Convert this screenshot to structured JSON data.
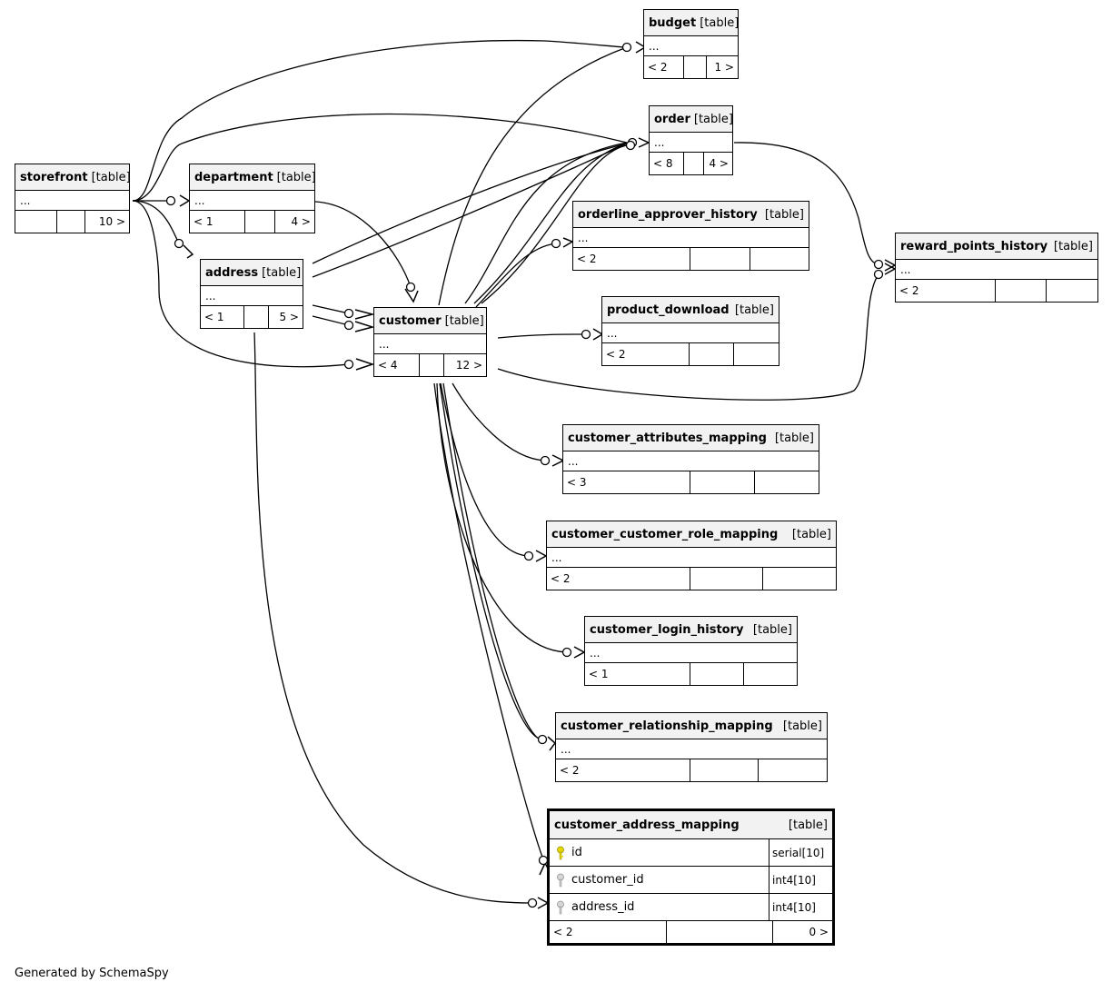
{
  "generated_by": "Generated by SchemaSpy",
  "colors": {
    "primary_key": "#e6d600",
    "foreign_key": "#a8a8a8"
  },
  "tables": {
    "storefront": {
      "name": "storefront",
      "kind": "[table]",
      "cols": "...",
      "f1": "",
      "f2": "",
      "f3": "10 >"
    },
    "department": {
      "name": "department",
      "kind": "[table]",
      "cols": "...",
      "f1": "< 1",
      "f2": "",
      "f3": "4 >"
    },
    "address": {
      "name": "address",
      "kind": "[table]",
      "cols": "...",
      "f1": "< 1",
      "f2": "",
      "f3": "5 >"
    },
    "customer": {
      "name": "customer",
      "kind": "[table]",
      "cols": "...",
      "f1": "< 4",
      "f2": "",
      "f3": "12 >"
    },
    "budget": {
      "name": "budget",
      "kind": "[table]",
      "cols": "...",
      "f1": "< 2",
      "f2": "",
      "f3": "1 >"
    },
    "order": {
      "name": "order",
      "kind": "[table]",
      "cols": "...",
      "f1": "< 8",
      "f2": "",
      "f3": "4 >"
    },
    "orderline_approver_history": {
      "name": "orderline_approver_history",
      "kind": "[table]",
      "cols": "...",
      "f1": "< 2",
      "f2": "",
      "f3": ""
    },
    "product_download": {
      "name": "product_download",
      "kind": "[table]",
      "cols": "...",
      "f1": "< 2",
      "f2": "",
      "f3": ""
    },
    "reward_points_history": {
      "name": "reward_points_history",
      "kind": "[table]",
      "cols": "...",
      "f1": "< 2",
      "f2": "",
      "f3": ""
    },
    "customer_attributes_mapping": {
      "name": "customer_attributes_mapping",
      "kind": "[table]",
      "cols": "...",
      "f1": "< 3",
      "f2": "",
      "f3": ""
    },
    "customer_customer_role_mapping": {
      "name": "customer_customer_role_mapping",
      "kind": "[table]",
      "cols": "...",
      "f1": "< 2",
      "f2": "",
      "f3": ""
    },
    "customer_login_history": {
      "name": "customer_login_history",
      "kind": "[table]",
      "cols": "...",
      "f1": "< 1",
      "f2": "",
      "f3": ""
    },
    "customer_relationship_mapping": {
      "name": "customer_relationship_mapping",
      "kind": "[table]",
      "cols": "...",
      "f1": "< 2",
      "f2": "",
      "f3": ""
    },
    "customer_address_mapping": {
      "name": "customer_address_mapping",
      "kind": "[table]",
      "columns": [
        {
          "name": "id",
          "type": "serial[10]",
          "key": "primary"
        },
        {
          "name": "customer_id",
          "type": "int4[10]",
          "key": "foreign"
        },
        {
          "name": "address_id",
          "type": "int4[10]",
          "key": "foreign"
        }
      ],
      "f1": "< 2",
      "f2": "",
      "f3": "0 >"
    }
  }
}
